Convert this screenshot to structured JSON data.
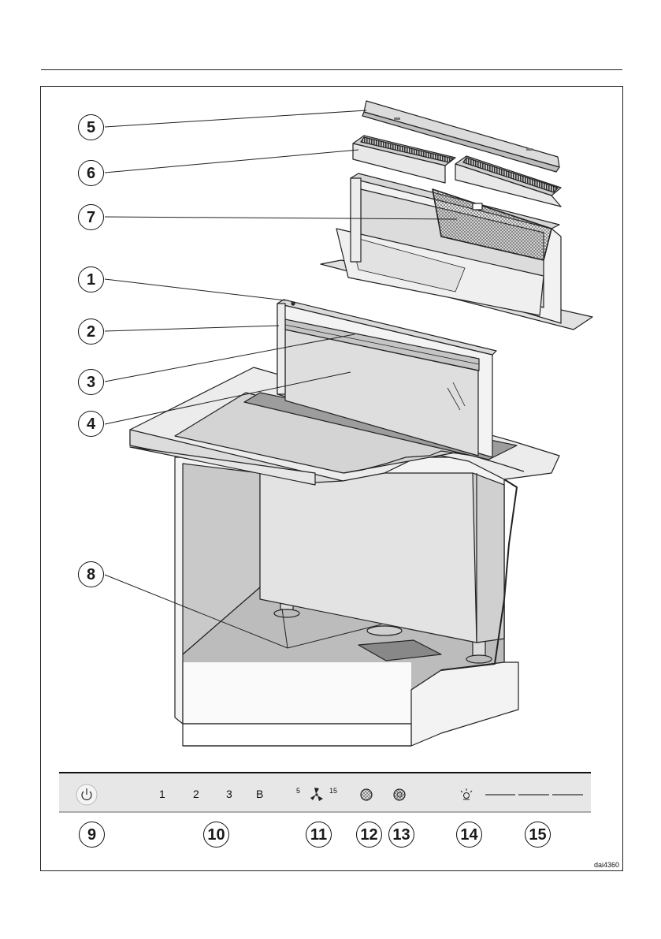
{
  "figure_code": "dai4360",
  "callouts": {
    "c1": "1",
    "c2": "2",
    "c3": "3",
    "c4": "4",
    "c5": "5",
    "c6": "6",
    "c7": "7",
    "c8": "8",
    "c9": "9",
    "c10": "10",
    "c11": "11",
    "c12": "12",
    "c13": "13",
    "c14": "14",
    "c15": "15"
  },
  "control_panel": {
    "level_1": "1",
    "level_2": "2",
    "level_3": "3",
    "boost": "B",
    "timer_min": "5",
    "timer_max": "15"
  },
  "icons": [
    "power-icon",
    "fan-icon",
    "grease-filter-icon",
    "odour-filter-icon",
    "light-icon"
  ]
}
